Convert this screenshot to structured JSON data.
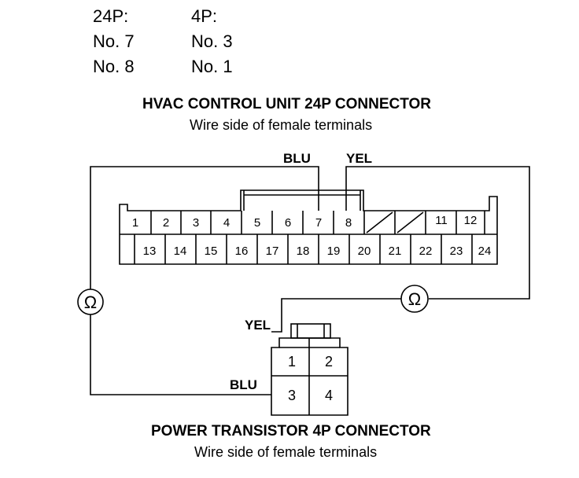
{
  "table": {
    "col1_header": "24P:",
    "col2_header": "4P:",
    "rows": [
      {
        "p24": "No. 7",
        "p4": "No. 3"
      },
      {
        "p24": "No. 8",
        "p4": "No. 1"
      }
    ]
  },
  "hvac_connector": {
    "title": "HVAC CONTROL UNIT 24P CONNECTOR",
    "subtitle": "Wire side of female terminals",
    "wire_left": "BLU",
    "wire_right": "YEL",
    "top_row": [
      "1",
      "2",
      "3",
      "4",
      "5",
      "6",
      "7",
      "8",
      "",
      "",
      "11",
      "12"
    ],
    "bottom_row": [
      "13",
      "14",
      "15",
      "16",
      "17",
      "18",
      "19",
      "20",
      "21",
      "22",
      "23",
      "24"
    ]
  },
  "meter_symbol": "Ω",
  "transistor_connector": {
    "title": "POWER TRANSISTOR 4P CONNECTOR",
    "subtitle": "Wire side of female terminals",
    "wire_top": "YEL",
    "wire_bottom": "BLU",
    "terminals": [
      "1",
      "2",
      "3",
      "4"
    ]
  }
}
